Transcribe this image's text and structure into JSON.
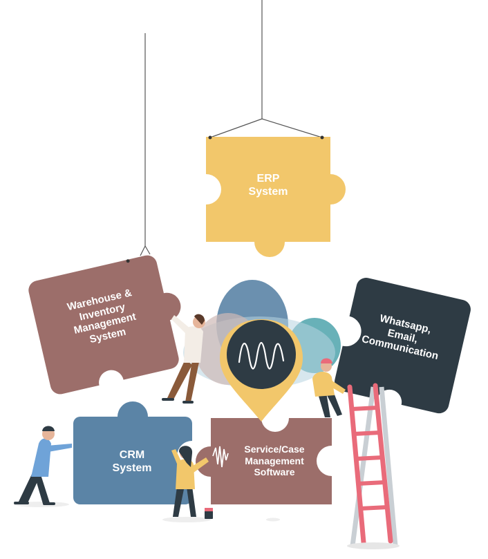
{
  "pieces": {
    "erp": {
      "label": "ERP\nSystem",
      "color": "#f2c76b"
    },
    "warehouse": {
      "label": "Warehouse &\nInventory\nManagement\nSystem",
      "color": "#9c6e6a"
    },
    "whatsapp": {
      "label": "Whatsapp,\nEmail,\nCommunication",
      "color": "#2e3b44"
    },
    "crm": {
      "label": "CRM\nSystem",
      "color": "#5b84a6"
    },
    "service": {
      "label": "Service/Case\nManagement\nSoftware",
      "color": "#9c6e6a"
    }
  },
  "hub": {
    "icon": "waveform-icon"
  },
  "people": [
    "person-pushing-crm-icon",
    "person-holding-warehouse-icon",
    "person-on-ladder-icon",
    "person-with-paint-icon"
  ],
  "colors": {
    "ladder": "#e96b7a",
    "hub_blue": "#5b84a6",
    "hub_teal": "#4da3ac",
    "hub_yellow": "#f2c76b"
  }
}
